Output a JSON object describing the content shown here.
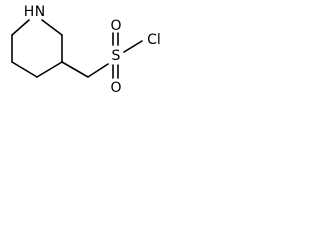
{
  "molecule": {
    "atoms": {
      "n_label": "N",
      "h_label": "H",
      "s_label": "S",
      "o_upper_label": "O",
      "o_lower_label": "O",
      "cl_label": "Cl"
    }
  },
  "colors": {
    "bond": "#000000",
    "text": "#000000",
    "background": "#ffffff"
  }
}
